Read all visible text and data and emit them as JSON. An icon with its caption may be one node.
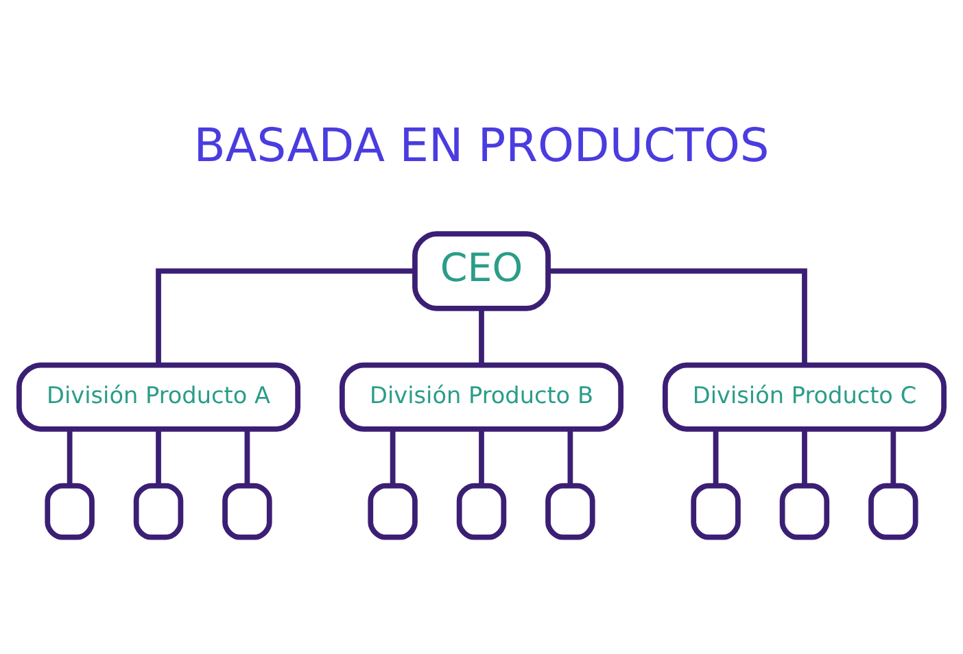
{
  "diagram": {
    "title": "BASADA EN PRODUCTOS",
    "nodes": [
      {
        "text": [
          "CEO"
        ]
      },
      {
        "text": [
          "División Producto A"
        ]
      },
      {
        "text": [
          "División Producto B"
        ]
      },
      {
        "text": [
          "División Producto C"
        ]
      },
      {
        "text": [],
        "shape": "box"
      },
      {
        "text": [],
        "shape": "box"
      },
      {
        "text": [],
        "shape": "box"
      },
      {
        "text": [],
        "shape": "box"
      },
      {
        "text": [],
        "shape": "box"
      },
      {
        "text": [],
        "shape": "box"
      },
      {
        "text": [],
        "shape": "box"
      },
      {
        "text": [],
        "shape": "box"
      },
      {
        "text": [],
        "shape": "box"
      }
    ],
    "edges": [
      {
        "from": 0,
        "to": 1,
        "arrow": "none"
      },
      {
        "from": 0,
        "to": 2,
        "arrow": "none"
      },
      {
        "from": 0,
        "to": 3,
        "arrow": "none"
      },
      {
        "from": 1,
        "to": 4,
        "arrow": "none"
      },
      {
        "from": 1,
        "to": 5,
        "arrow": "none"
      },
      {
        "from": 1,
        "to": 6,
        "arrow": "none"
      },
      {
        "from": 2,
        "to": 7,
        "arrow": "none"
      },
      {
        "from": 2,
        "to": 8,
        "arrow": "none"
      },
      {
        "from": 2,
        "to": 9,
        "arrow": "none"
      },
      {
        "from": 3,
        "to": 10,
        "arrow": "none"
      },
      {
        "from": 3,
        "to": 11,
        "arrow": "none"
      },
      {
        "from": 3,
        "to": 12,
        "arrow": "none"
      }
    ]
  }
}
